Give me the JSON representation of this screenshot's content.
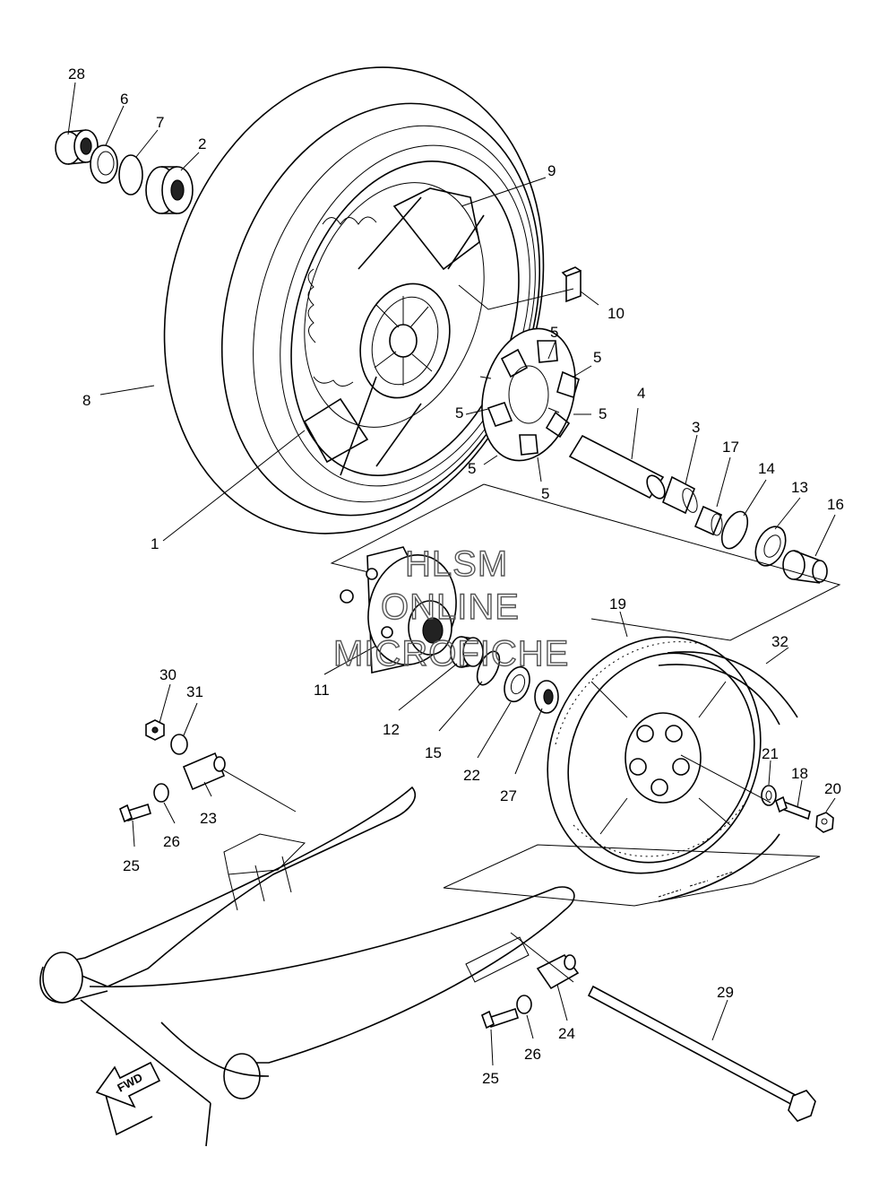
{
  "watermark": {
    "line1": "HLSM",
    "line2": "ONLINE",
    "line3": "MICROFICHE"
  },
  "direction_label": "FWD",
  "callouts": [
    {
      "key": "c28",
      "text": "28"
    },
    {
      "key": "c6",
      "text": "6"
    },
    {
      "key": "c7",
      "text": "7"
    },
    {
      "key": "c2",
      "text": "2"
    },
    {
      "key": "c9",
      "text": "9"
    },
    {
      "key": "c10",
      "text": "10"
    },
    {
      "key": "c8",
      "text": "8"
    },
    {
      "key": "c1",
      "text": "1"
    },
    {
      "key": "c5a",
      "text": "5"
    },
    {
      "key": "c5b",
      "text": "5"
    },
    {
      "key": "c5c",
      "text": "5"
    },
    {
      "key": "c5d",
      "text": "5"
    },
    {
      "key": "c5e",
      "text": "5"
    },
    {
      "key": "c5f",
      "text": "5"
    },
    {
      "key": "c4",
      "text": "4"
    },
    {
      "key": "c3",
      "text": "3"
    },
    {
      "key": "c17",
      "text": "17"
    },
    {
      "key": "c14",
      "text": "14"
    },
    {
      "key": "c13",
      "text": "13"
    },
    {
      "key": "c16",
      "text": "16"
    },
    {
      "key": "c19",
      "text": "19"
    },
    {
      "key": "c32",
      "text": "32"
    },
    {
      "key": "c11",
      "text": "11"
    },
    {
      "key": "c12",
      "text": "12"
    },
    {
      "key": "c15",
      "text": "15"
    },
    {
      "key": "c22",
      "text": "22"
    },
    {
      "key": "c27",
      "text": "27"
    },
    {
      "key": "c21",
      "text": "21"
    },
    {
      "key": "c18",
      "text": "18"
    },
    {
      "key": "c20",
      "text": "20"
    },
    {
      "key": "c30",
      "text": "30"
    },
    {
      "key": "c31",
      "text": "31"
    },
    {
      "key": "c23",
      "text": "23"
    },
    {
      "key": "c26a",
      "text": "26"
    },
    {
      "key": "c25a",
      "text": "25"
    },
    {
      "key": "c29",
      "text": "29"
    },
    {
      "key": "c24",
      "text": "24"
    },
    {
      "key": "c26b",
      "text": "26"
    },
    {
      "key": "c25b",
      "text": "25"
    }
  ]
}
